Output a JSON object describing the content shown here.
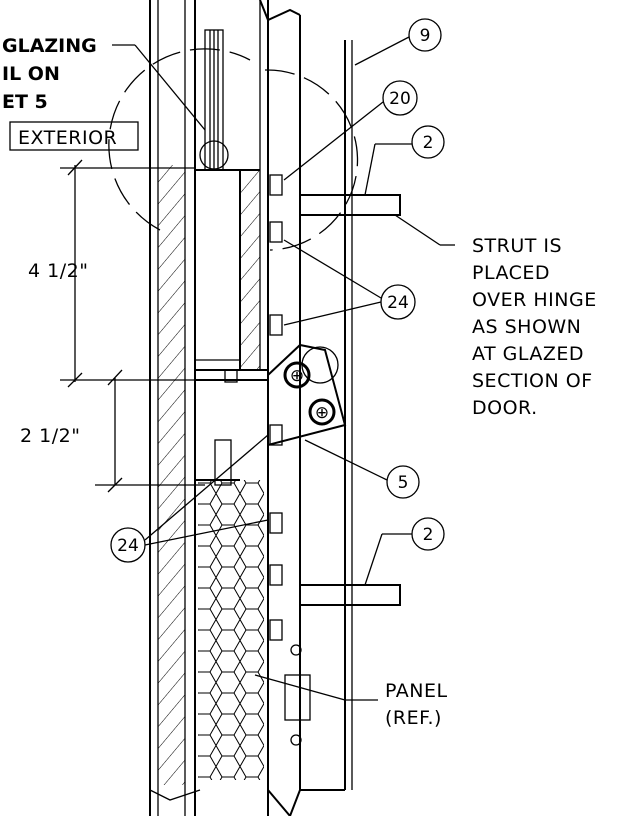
{
  "glazing_note": {
    "line1": "GLAZING",
    "line2": "IL ON",
    "line3": "ET 5"
  },
  "exterior_label": "EXTERIOR",
  "dimensions": {
    "upper": "4 1/2\"",
    "lower": "2 1/2\""
  },
  "strut_note": [
    "STRUT IS",
    "PLACED",
    "OVER HINGE",
    "AS SHOWN",
    "AT GLAZED",
    "SECTION OF",
    "DOOR."
  ],
  "panel_note": [
    "PANEL",
    "(REF.)"
  ],
  "callouts": {
    "c9": "9",
    "c20": "20",
    "c2_top": "2",
    "c24_right": "24",
    "c5": "5",
    "c24_left": "24",
    "c2_bottom": "2"
  }
}
